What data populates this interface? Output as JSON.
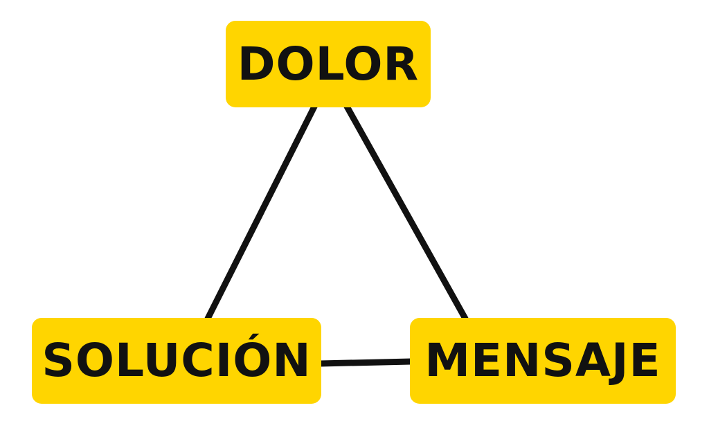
{
  "diagram": {
    "nodes": {
      "top": {
        "label": "DOLOR"
      },
      "left": {
        "label": "SOLUCIÓN"
      },
      "right": {
        "label": "MENSAJE"
      }
    },
    "edges": [
      {
        "from": "DOLOR",
        "to": "SOLUCIÓN"
      },
      {
        "from": "DOLOR",
        "to": "MENSAJE"
      },
      {
        "from": "SOLUCIÓN",
        "to": "MENSAJE"
      }
    ],
    "colors": {
      "node_fill": "#FFD500",
      "text": "#111111",
      "line": "#111111",
      "background": "#ffffff"
    }
  }
}
